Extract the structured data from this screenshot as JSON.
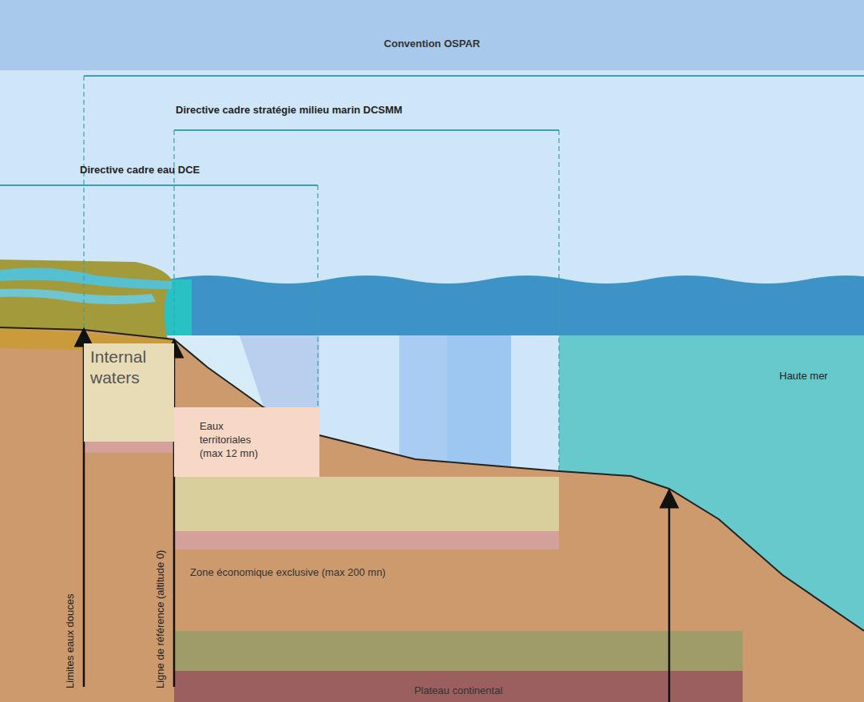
{
  "diagram": {
    "nodes": [
      {
        "text": [
          "Convention OSPAR"
        ]
      },
      {
        "text": [
          "Internal waters"
        ]
      },
      {
        "text": [
          "Eaux territoriales (max 12 mn)"
        ]
      },
      {
        "text": [
          "Zone économique exclusive (max 200 mn)"
        ]
      },
      {
        "text": [
          "Plateau continental"
        ]
      }
    ],
    "labels": [
      "Directive cadre stratégie milieu marin DCSMM",
      "Directive cadre eau DCE",
      "Haute mer",
      "Limites eaux douces",
      "Ligne de référence (altitude 0)"
    ]
  }
}
